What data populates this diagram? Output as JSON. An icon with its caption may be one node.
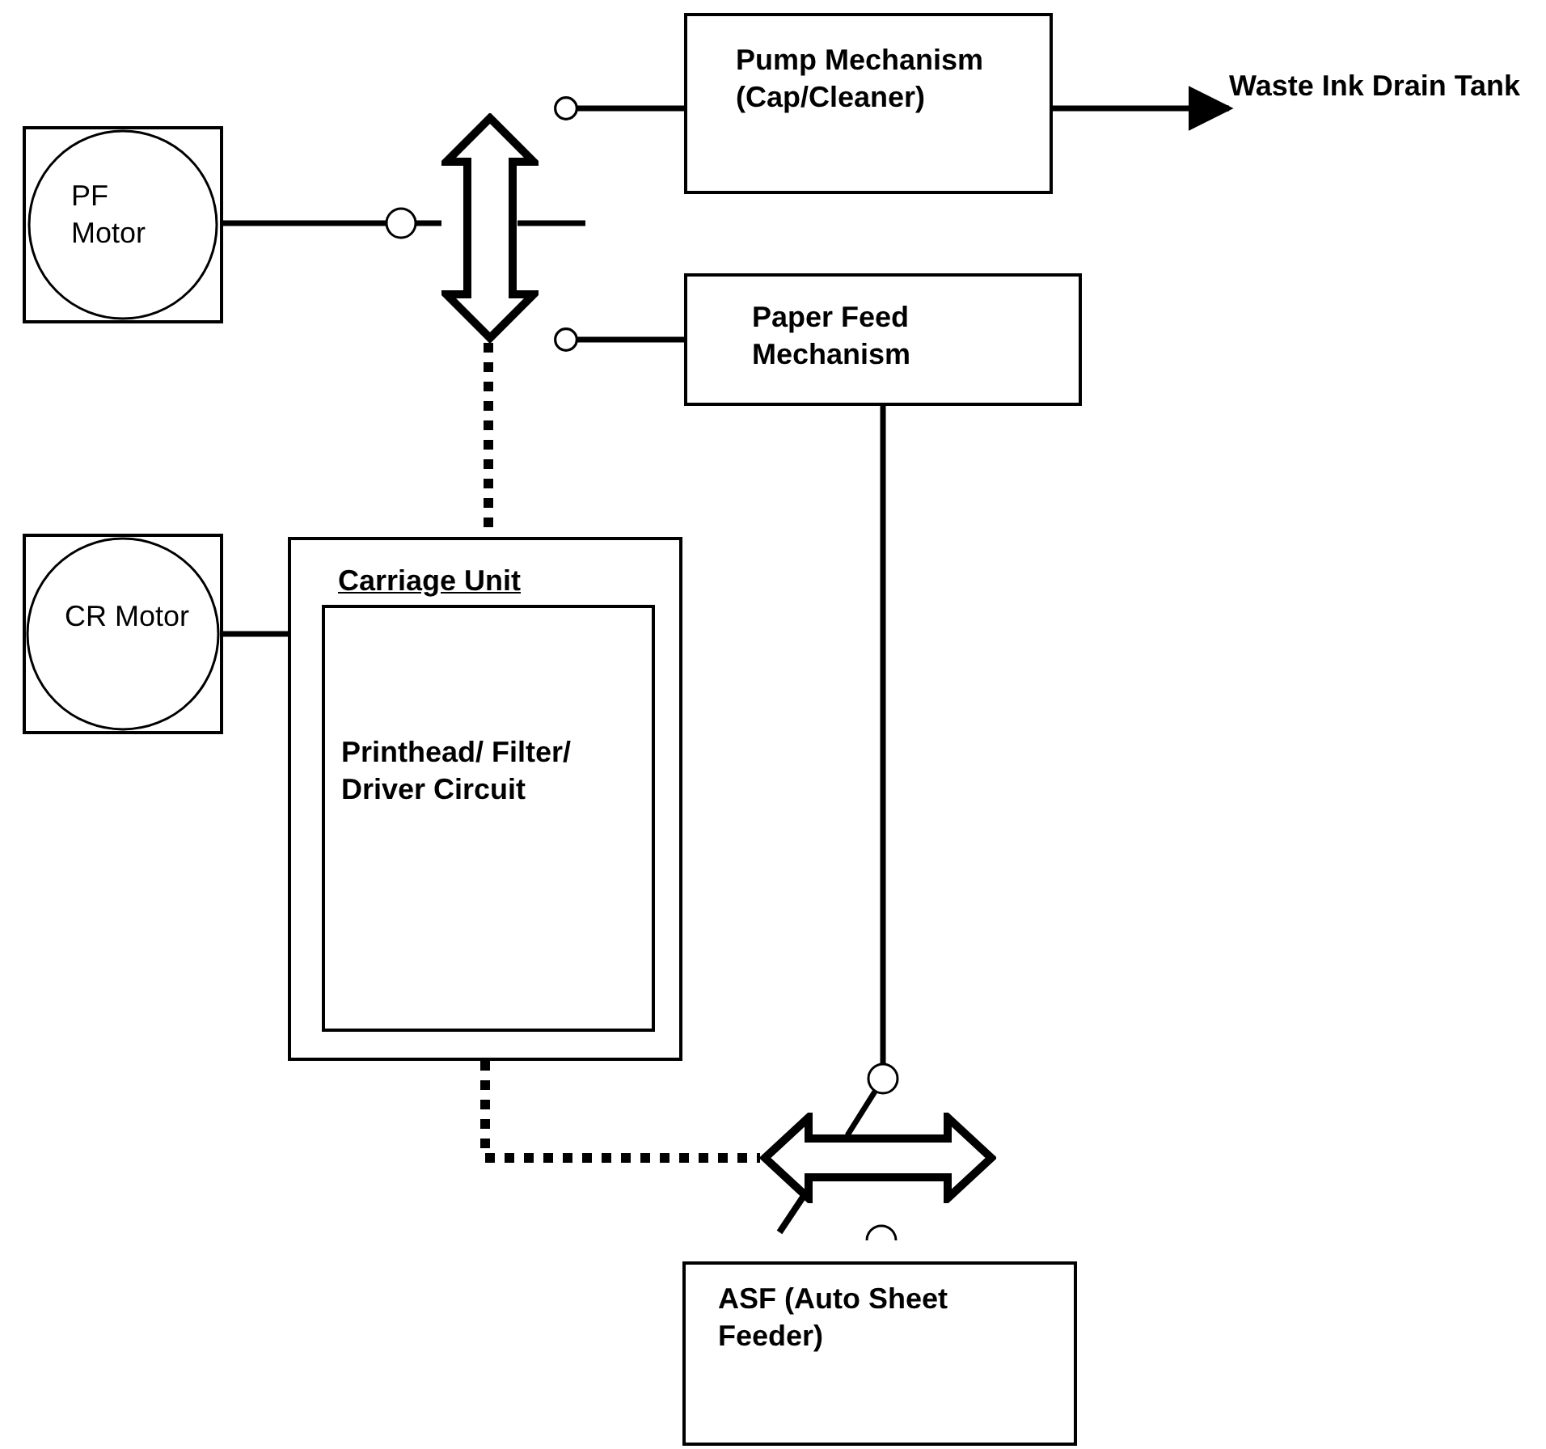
{
  "diagram": {
    "nodes": [
      {
        "text": [
          "PF Motor"
        ]
      },
      {
        "text": [
          "Pump Mechanism (Cap/Cleaner)"
        ]
      },
      {
        "text": [
          "Waste Ink Drain Tank"
        ]
      },
      {
        "text": [
          "Paper Feed Mechanism"
        ]
      },
      {
        "text": [
          "CR Motor"
        ]
      },
      {
        "text": [
          "Carriage Unit"
        ]
      },
      {
        "text": [
          "Printhead/ Filter/ Driver Circuit"
        ],
        "in": 5
      },
      {
        "text": [],
        "shape": "arrow"
      },
      {
        "text": [],
        "shape": "arrow"
      },
      {
        "text": [
          "ASF (Auto Sheet Feeder)"
        ]
      }
    ],
    "edges": [
      {
        "from": 0,
        "to": 7,
        "arrow": "none"
      },
      {
        "from": null,
        "to": 1,
        "arrow": "other"
      },
      {
        "from": 1,
        "to": 2,
        "arrow": "to"
      },
      {
        "from": null,
        "to": 3,
        "arrow": "other"
      },
      {
        "from": 7,
        "to": 5,
        "arrow": "none",
        "style": "dashed"
      },
      {
        "from": 4,
        "to": 5,
        "arrow": "none"
      },
      {
        "from": 5,
        "to": 8,
        "arrow": "none",
        "style": "dashed"
      },
      {
        "from": 3,
        "to": 8,
        "arrow": "none"
      }
    ]
  }
}
